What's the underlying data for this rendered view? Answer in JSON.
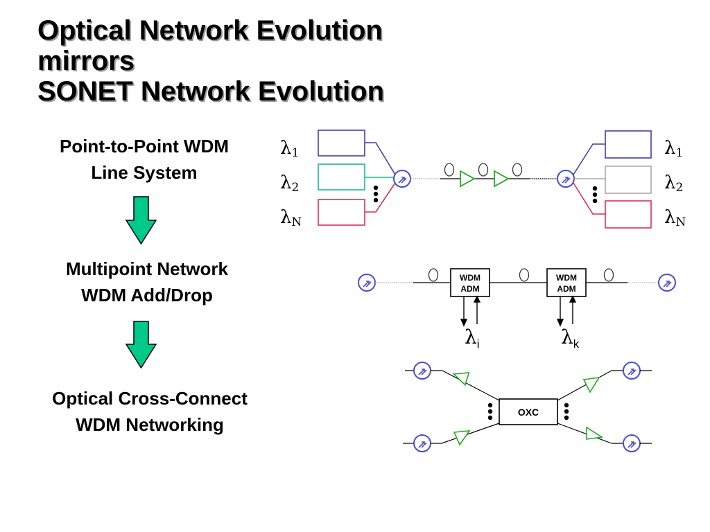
{
  "title": {
    "line1": "Optical Network Evolution",
    "line2": "mirrors",
    "line3": "SONET Network Evolution"
  },
  "stages": [
    {
      "line1": "Point-to-Point WDM",
      "line2": "Line System"
    },
    {
      "line1": "Multipoint Network",
      "line2": "WDM Add/Drop"
    },
    {
      "line1": "Optical Cross-Connect",
      "line2": "WDM Networking"
    }
  ],
  "wavelengths": {
    "symbol": "λ",
    "left": [
      {
        "sub": "1"
      },
      {
        "sub": "2"
      },
      {
        "sub": "N"
      }
    ],
    "right": [
      {
        "sub": "1"
      },
      {
        "sub": "2"
      },
      {
        "sub": "N"
      }
    ]
  },
  "adm": {
    "box1": {
      "line1": "WDM",
      "line2": "ADM"
    },
    "box2": {
      "line1": "WDM",
      "line2": "ADM"
    },
    "drop1_sub": "i",
    "drop2_sub": "k"
  },
  "oxc": {
    "label": "OXC"
  },
  "colors": {
    "channel1": "#3f3fa8",
    "channel2_left": "#17b890",
    "channel2_right": "#a8a8a8",
    "channelN": "#d8304f",
    "amplifier": "#22aa22",
    "arrow_fill": "#00c98a",
    "mux": "#4b4bd6"
  },
  "icons": [
    "down-arrow-icon",
    "mux-coupler-icon",
    "amplifier-triangle-icon",
    "fiber-loop-icon"
  ]
}
